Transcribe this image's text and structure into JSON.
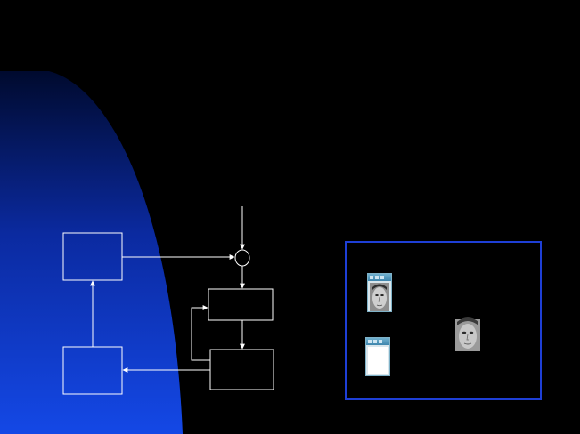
{
  "diagram": {
    "nodes": [
      {
        "id": "top-left-block"
      },
      {
        "id": "bottom-left-block"
      },
      {
        "id": "summing-junction"
      },
      {
        "id": "center-upper-block"
      },
      {
        "id": "center-lower-block"
      }
    ],
    "edges": [
      {
        "from": "external-input",
        "to": "summing-junction"
      },
      {
        "from": "top-left-block",
        "to": "summing-junction"
      },
      {
        "from": "summing-junction",
        "to": "center-upper-block"
      },
      {
        "from": "center-upper-block",
        "to": "center-lower-block"
      },
      {
        "from": "center-lower-block",
        "to": "center-upper-block",
        "kind": "feedback"
      },
      {
        "from": "center-lower-block",
        "to": "bottom-left-block"
      },
      {
        "from": "bottom-left-block",
        "to": "top-left-block"
      }
    ]
  },
  "face_panel": {
    "images": [
      {
        "name": "face-window-thumbnail",
        "content": "face"
      },
      {
        "name": "blank-window-thumbnail",
        "content": "blank"
      },
      {
        "name": "face-photo",
        "content": "face"
      }
    ]
  },
  "colors": {
    "background": "#000000",
    "backdrop_gradient_top": "#000a2e",
    "backdrop_gradient_bottom": "#1448e6",
    "diagram_lines": "#ffffff",
    "panel_border": "#1e3fd6"
  }
}
